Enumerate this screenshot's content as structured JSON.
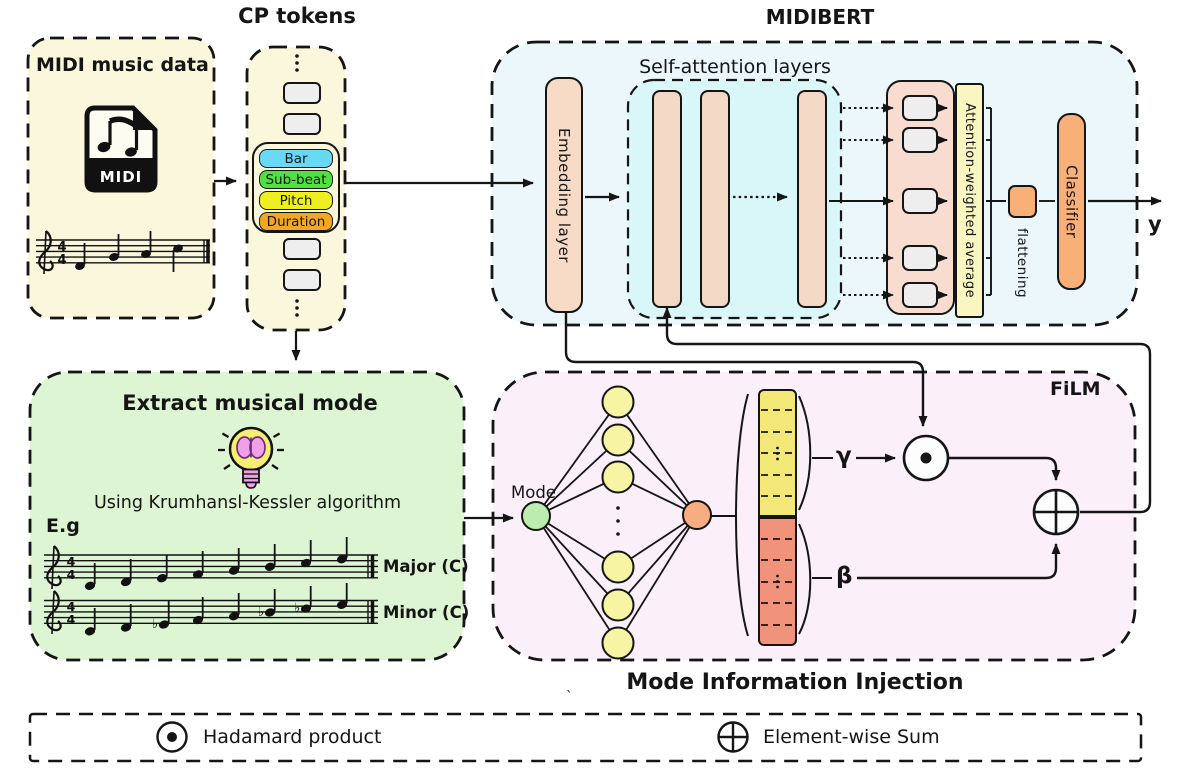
{
  "midi_box": {
    "title": "MIDI music data",
    "icon_label": "MIDI"
  },
  "cp": {
    "title": "CP tokens",
    "tokens": [
      {
        "label": "Bar",
        "color": "#67D9F5"
      },
      {
        "label": "Sub-beat",
        "color": "#4FE13D"
      },
      {
        "label": "Pitch",
        "color": "#EDEF20"
      },
      {
        "label": "Duration",
        "color": "#F3A722"
      }
    ]
  },
  "midibert": {
    "title": "MIDIBERT",
    "embedding_label": "Embedding layer",
    "self_attention_label": "Self-attention layers",
    "awa_label": "Attention-weighted average",
    "flattening_label": "flattening",
    "classifier_label": "Classifier",
    "output_label": "y"
  },
  "mode_extract": {
    "title": "Extract musical mode",
    "subtitle": "Using Krumhansl-Kessler algorithm",
    "example_label": "E.g",
    "stave_labels": [
      "Major (C)",
      "Minor (C)"
    ],
    "time_signature_top": "4",
    "time_signature_bottom": "4"
  },
  "film": {
    "title": "FiLM",
    "input_label": "Mode",
    "gamma": "γ",
    "beta": "β"
  },
  "section_title": "Mode Information Injection",
  "legend": {
    "hadamard": "Hadamard product",
    "sum": "Element-wise Sum"
  },
  "colors": {
    "cream_box": "#FAF7DD",
    "midibert_box": "#EBF7FA",
    "self_attention_box": "#D9F6F8",
    "peach_bar": "#F8DBC7",
    "token_container": "#F9DCD0",
    "awa_yellow": "#FAF6C1",
    "orange_block": "#F9B078",
    "green_box": "#DDF5D2",
    "film_box": "#FBEFF9",
    "yellow_node": "#F7F4A3",
    "green_node": "#BCEDAE",
    "orange_node": "#F8AC82",
    "gamma_vector": "#F3E877",
    "beta_vector": "#F1937A"
  }
}
